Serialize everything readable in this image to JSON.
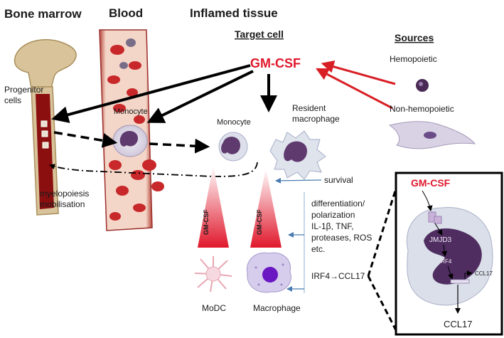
{
  "headers": {
    "bone_marrow": "Bone marrow",
    "blood": "Blood",
    "inflamed_tissue": "Inflamed tissue",
    "target_cell": "Target cell",
    "sources": "Sources"
  },
  "gm_csf": {
    "main": "GM-CSF",
    "inset": "GM-CSF",
    "wedge": "GM-CSF"
  },
  "sources": {
    "hemopoietic": "Hemopoietic",
    "non_hemopoietic": "Non-hemopoietic"
  },
  "cells": {
    "progenitor_line1": "Progenitor",
    "progenitor_line2": "cells",
    "monocyte_blood": "Monocyte",
    "monocyte_tissue": "Monocyte",
    "resident_line1": "Resident",
    "resident_line2": "macrophage",
    "modc": "MoDC",
    "macrophage": "Macrophage"
  },
  "processes": {
    "myelopoiesis": "myelopoiesis",
    "mobilisation": "mobilisation",
    "survival": "survival"
  },
  "effects": {
    "line1": "differentiation/",
    "line2": "polarization",
    "line3": "IL-1β, TNF,",
    "line4": "proteases, ROS",
    "line5": "etc.",
    "irf4_ccl17": "IRF4→CCL17"
  },
  "inset": {
    "jmjd3": "JMJD3",
    "irf4": "IRF4",
    "ccl17_small": "CCL17",
    "ccl17": "CCL17"
  },
  "colors": {
    "gm_csf_red": "#e0182c",
    "source_arrow_red": "#d81f26",
    "bone": "#d9c39a",
    "marrow": "#8b0f0f",
    "rbc": "#c8282a",
    "nucleus": "#5e3a6e",
    "info_arrow": "#4a7bb0"
  }
}
